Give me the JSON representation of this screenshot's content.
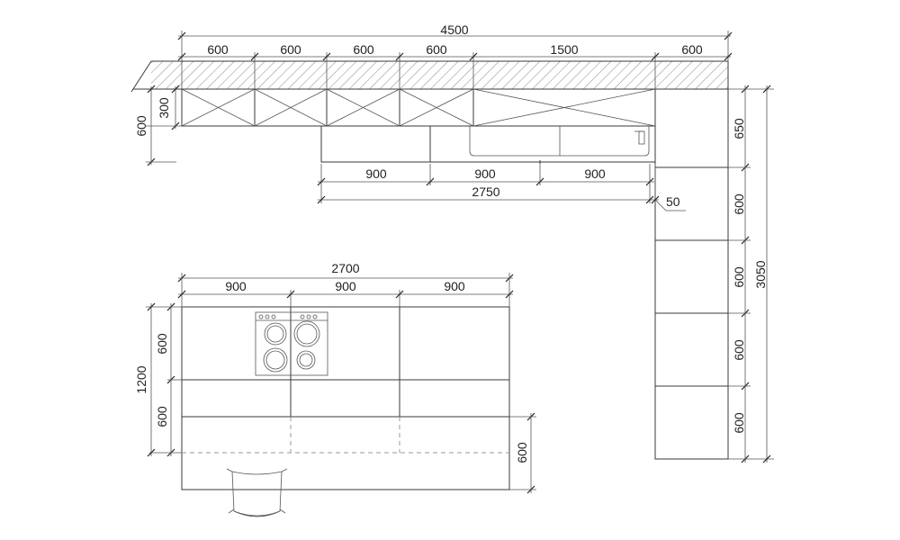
{
  "dimensions": {
    "top_total": "4500",
    "top_1": "600",
    "top_2": "600",
    "top_3": "600",
    "top_4": "600",
    "top_5": "1500",
    "top_6": "600",
    "upper_300": "300",
    "upper_600": "600",
    "mid_1": "900",
    "mid_2": "900",
    "mid_3": "900",
    "mid_total": "2750",
    "mid_gap": "50",
    "right_1": "650",
    "right_2": "600",
    "right_3": "600",
    "right_4": "600",
    "right_5": "600",
    "right_total": "3050",
    "island_total": "2700",
    "island_1": "900",
    "island_2": "900",
    "island_3": "900",
    "island_left_1": "600",
    "island_left_2": "600",
    "island_left_total": "1200",
    "island_right": "600"
  }
}
